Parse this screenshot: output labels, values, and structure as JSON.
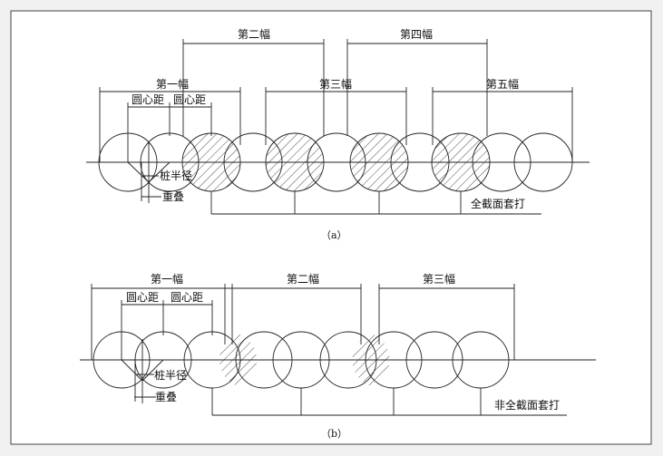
{
  "diagram_a": {
    "spans": {
      "first": "第一幅",
      "second": "第二幅",
      "third": "第三幅",
      "fourth": "第四幅",
      "fifth": "第五幅"
    },
    "center_distance_1": "圆心距",
    "center_distance_2": "圆心距",
    "pile_radius": "桩半径",
    "overlap": "重叠",
    "method": "全截面套打",
    "caption": "（a）"
  },
  "diagram_b": {
    "spans": {
      "first": "第一幅",
      "second": "第二幅",
      "third": "第三幅"
    },
    "center_distance_1": "圆心距",
    "center_distance_2": "圆心距",
    "pile_radius": "桩半径",
    "overlap": "重叠",
    "method": "非全截面套打",
    "caption": "（b）"
  },
  "colors": {
    "background": "#f1f1f1",
    "panel": "#ffffff",
    "line": "#222222"
  }
}
